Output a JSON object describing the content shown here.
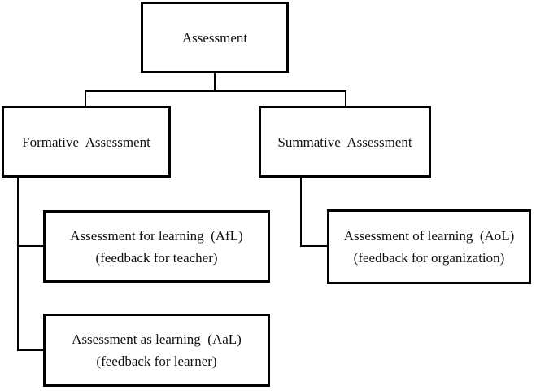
{
  "diagram": {
    "type": "tree",
    "colors": {
      "background": "#ffffff",
      "box_border": "#000000",
      "connector": "#000000",
      "text": "#111111"
    },
    "nodes": {
      "assessment": {
        "label": "Assessment"
      },
      "formative": {
        "label": "Formative  Assessment"
      },
      "summative": {
        "label": "Summative  Assessment"
      },
      "afl": {
        "line1": "Assessment for learning  (AfL)",
        "line2": "(feedback for teacher)"
      },
      "aal": {
        "line1": "Assessment as learning  (AaL)",
        "line2": "(feedback for learner)"
      },
      "aol": {
        "line1": "Assessment of learning  (AoL)",
        "line2": "(feedback for organization)"
      }
    },
    "edges": [
      {
        "from": "assessment",
        "to": "formative"
      },
      {
        "from": "assessment",
        "to": "summative"
      },
      {
        "from": "formative",
        "to": "afl"
      },
      {
        "from": "formative",
        "to": "aal"
      },
      {
        "from": "summative",
        "to": "aol"
      }
    ]
  }
}
